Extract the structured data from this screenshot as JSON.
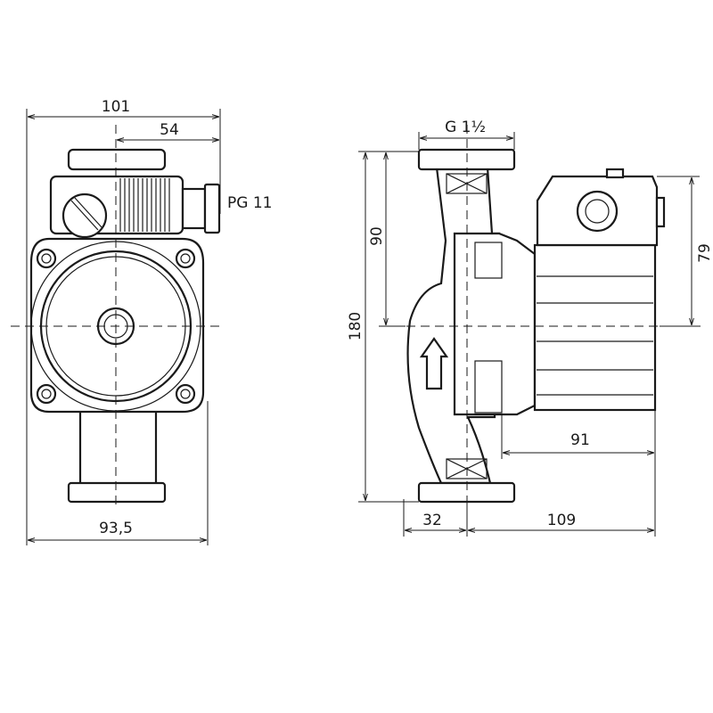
{
  "front_view": {
    "dim_overall_width": "101",
    "dim_axis_to_gland": "54",
    "cable_gland": "PG 11",
    "dim_housing_width": "93,5"
  },
  "side_view": {
    "thread_size": "G 1½",
    "dim_overall_height": "180",
    "dim_axis_to_top": "90",
    "dim_motor_height": "79",
    "dim_motor_length": "91",
    "dim_pipe_offset": "32",
    "dim_overall_depth": "109"
  }
}
